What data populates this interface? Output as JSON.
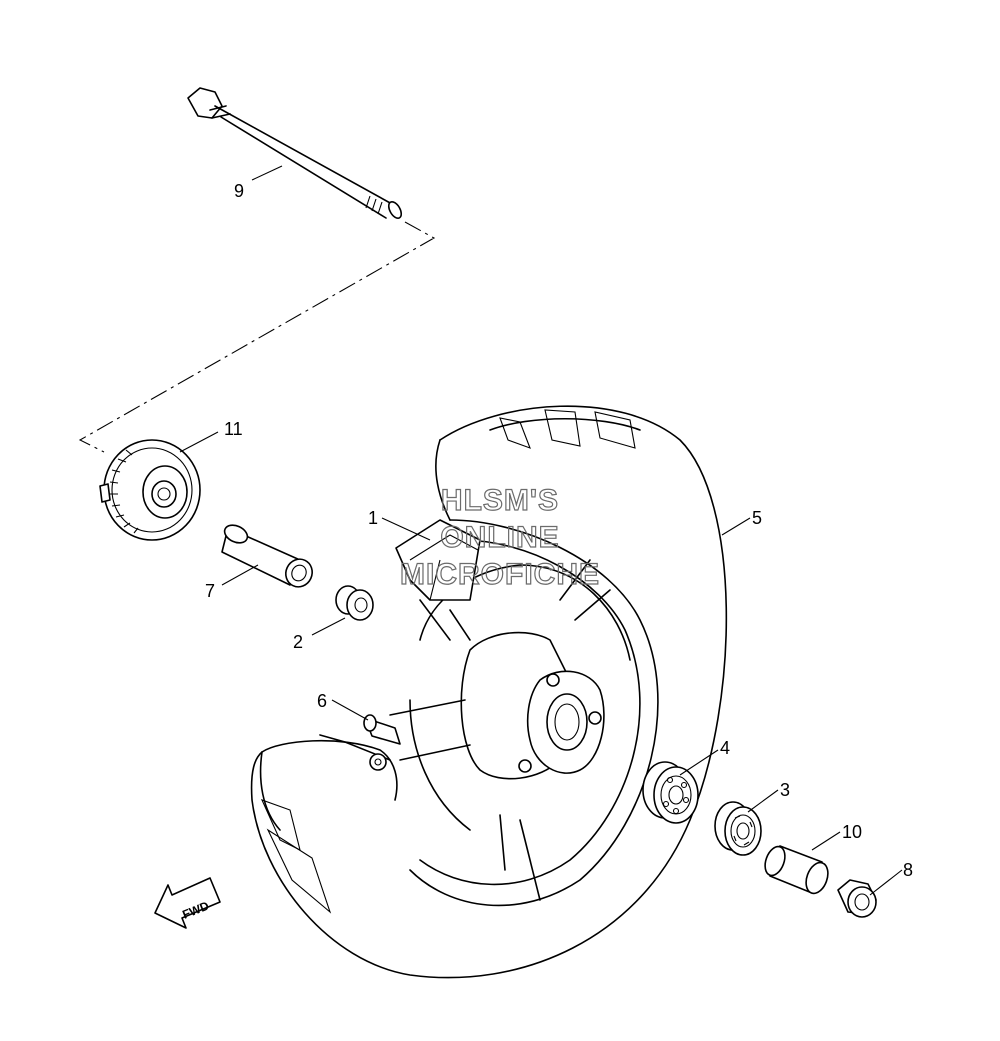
{
  "callouts": [
    {
      "id": "1",
      "text": "1"
    },
    {
      "id": "2",
      "text": "2"
    },
    {
      "id": "3",
      "text": "3"
    },
    {
      "id": "4",
      "text": "4"
    },
    {
      "id": "5",
      "text": "5"
    },
    {
      "id": "6",
      "text": "6"
    },
    {
      "id": "7",
      "text": "7"
    },
    {
      "id": "8",
      "text": "8"
    },
    {
      "id": "9",
      "text": "9"
    },
    {
      "id": "10",
      "text": "10"
    },
    {
      "id": "11",
      "text": "11"
    }
  ],
  "watermark": {
    "line1": "HLSM'S",
    "line2": "ONLINE",
    "line3": "MICROFICHE"
  },
  "direction_marker": {
    "text": "FWD"
  }
}
